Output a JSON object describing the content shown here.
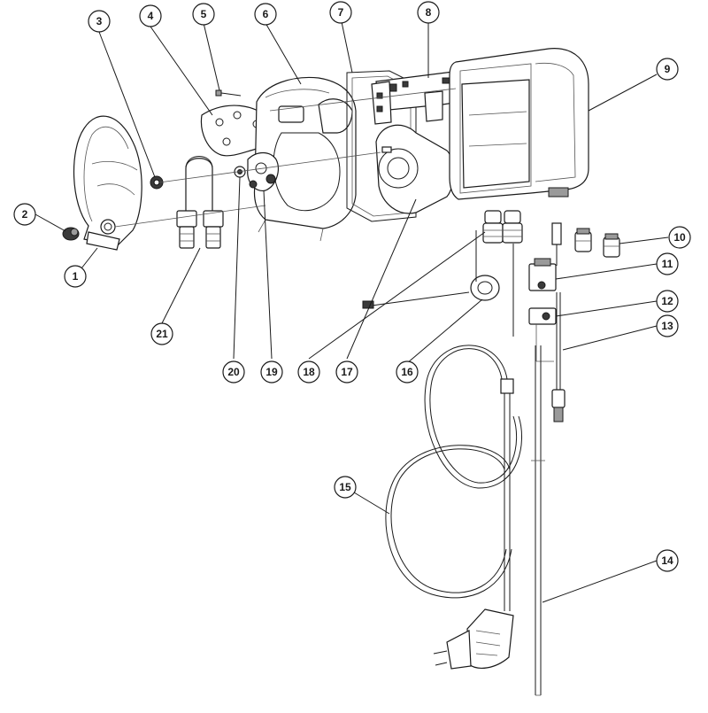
{
  "callouts": [
    {
      "label": "1"
    },
    {
      "label": "2"
    },
    {
      "label": "3"
    },
    {
      "label": "4"
    },
    {
      "label": "5"
    },
    {
      "label": "6"
    },
    {
      "label": "7"
    },
    {
      "label": "8"
    },
    {
      "label": "9"
    },
    {
      "label": "10"
    },
    {
      "label": "11"
    },
    {
      "label": "12"
    },
    {
      "label": "13"
    },
    {
      "label": "14"
    },
    {
      "label": "15"
    },
    {
      "label": "16"
    },
    {
      "label": "17"
    },
    {
      "label": "18"
    },
    {
      "label": "19"
    },
    {
      "label": "20"
    },
    {
      "label": "21"
    }
  ],
  "colors": {
    "line": "#1a1a1a",
    "background": "#ffffff",
    "fill_dark": "#3a3a3a"
  }
}
